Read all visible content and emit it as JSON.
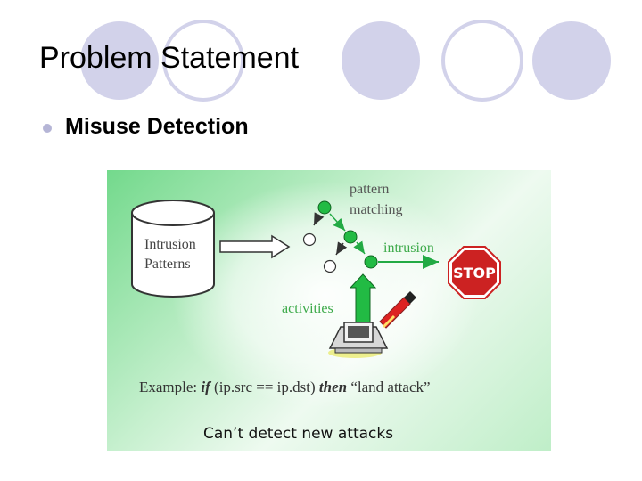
{
  "slide": {
    "title": "Problem Statement",
    "bullet": "Misuse Detection"
  },
  "diagram": {
    "database_line1": "Intrusion",
    "database_line2": "Patterns",
    "pattern_line1": "pattern",
    "pattern_line2": "matching",
    "intrusion_label": "intrusion",
    "activities_label": "activities",
    "stop_sign_text": "STOP",
    "example_prefix": "Example: ",
    "example_if": "if",
    "example_condition": " (ip.src == ip.dst) ",
    "example_then": "then",
    "example_result": " “land attack”",
    "caption": "Can’t detect new attacks"
  },
  "colors": {
    "decor_circle": "#d2d2ea",
    "bullet": "#b5b5d6",
    "node_green": "#22bb44",
    "label_green": "#3daa4a",
    "stop_red": "#cc2222"
  }
}
